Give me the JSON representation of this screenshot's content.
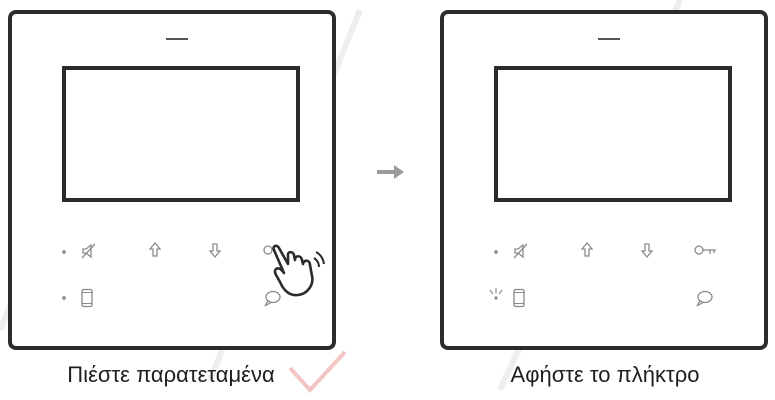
{
  "captions": {
    "left": "Πιέστε παρατεταμένα",
    "right": "Αφήστε το πλήκτρο"
  },
  "icons": {
    "panel_left": [
      "indicator-dot",
      "mute-icon",
      "arrow-up-icon",
      "arrow-down-icon",
      "key-button-icon",
      "indicator-dot",
      "phone-icon",
      "chat-icon",
      "pressing-hand-icon"
    ],
    "panel_right": [
      "indicator-dot",
      "mute-icon",
      "arrow-up-icon",
      "arrow-down-icon",
      "key-icon",
      "blinking-indicator-icon",
      "phone-icon",
      "chat-icon"
    ],
    "between_panels": "right-arrow-icon"
  },
  "colors": {
    "frame": "#2b2b2b",
    "icon": "#8a8a8a",
    "arrow": "#9a9a9a",
    "watermark": "#e8a0a0"
  }
}
